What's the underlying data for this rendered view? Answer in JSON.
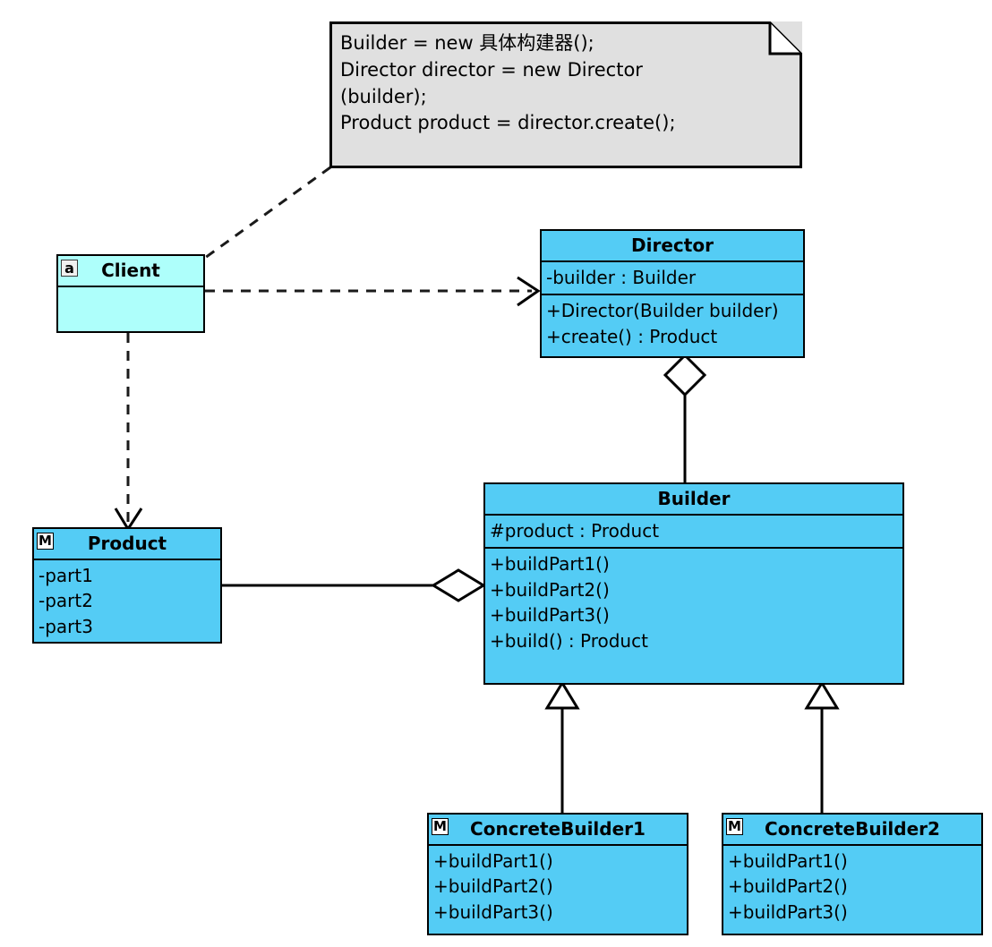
{
  "diagram": {
    "title": "Builder Pattern UML Class Diagram",
    "colors": {
      "class_fill": "#54ccf5",
      "client_fill": "#aefffb",
      "note_fill": "#e0e0e0",
      "stroke": "#000000",
      "background": "#ffffff"
    }
  },
  "note": {
    "name": "code-note",
    "text": "Builder = new 具体构建器();\nDirector director = new Director\n(builder);\nProduct product = director.create();",
    "lines": [
      "Builder = new 具体构建器();",
      "Director director = new Director",
      "(builder);",
      "Product product = director.create();"
    ]
  },
  "classes": {
    "client": {
      "name": "Client",
      "badge": "a",
      "badge_meaning": "abstract-marker-icon",
      "attributes": [],
      "operations": []
    },
    "director": {
      "name": "Director",
      "badge": "",
      "attributes": [
        "-builder : Builder"
      ],
      "operations": [
        "+Director(Builder builder)",
        "+create() : Product"
      ]
    },
    "builder": {
      "name": "Builder",
      "badge": "",
      "attributes": [
        "#product : Product"
      ],
      "operations": [
        "+buildPart1()",
        "+buildPart2()",
        "+buildPart3()",
        "+build() : Product"
      ]
    },
    "product": {
      "name": "Product",
      "badge": "M",
      "badge_meaning": "model-marker-icon",
      "attributes": [
        "-part1",
        "-part2",
        "-part3"
      ],
      "operations": []
    },
    "concrete_builder_1": {
      "name": "ConcreteBuilder1",
      "badge": "M",
      "badge_meaning": "model-marker-icon",
      "attributes": [],
      "operations": [
        "+buildPart1()",
        "+buildPart2()",
        "+buildPart3()"
      ]
    },
    "concrete_builder_2": {
      "name": "ConcreteBuilder2",
      "badge": "M",
      "badge_meaning": "model-marker-icon",
      "attributes": [],
      "operations": [
        "+buildPart1()",
        "+buildPart2()",
        "+buildPart3()"
      ]
    }
  },
  "relationships": [
    {
      "id": "note-anchor",
      "type": "note-link",
      "style": "dashed",
      "from": "code-note",
      "to": "Client",
      "arrow": "none"
    },
    {
      "id": "client-director",
      "type": "dependency",
      "style": "dashed",
      "from": "Client",
      "to": "Director",
      "arrow": "open"
    },
    {
      "id": "client-product",
      "type": "dependency",
      "style": "dashed",
      "from": "Client",
      "to": "Product",
      "arrow": "open"
    },
    {
      "id": "director-builder",
      "type": "aggregation",
      "style": "solid",
      "from": "Director",
      "to": "Builder",
      "arrow": "hollow-diamond"
    },
    {
      "id": "product-builder",
      "type": "aggregation",
      "style": "solid",
      "from": "Product",
      "to": "Builder",
      "arrow": "hollow-diamond"
    },
    {
      "id": "concretebuilder1-builder",
      "type": "generalization",
      "style": "solid",
      "from": "ConcreteBuilder1",
      "to": "Builder",
      "arrow": "hollow-triangle"
    },
    {
      "id": "concretebuilder2-builder",
      "type": "generalization",
      "style": "solid",
      "from": "ConcreteBuilder2",
      "to": "Builder",
      "arrow": "hollow-triangle"
    }
  ]
}
